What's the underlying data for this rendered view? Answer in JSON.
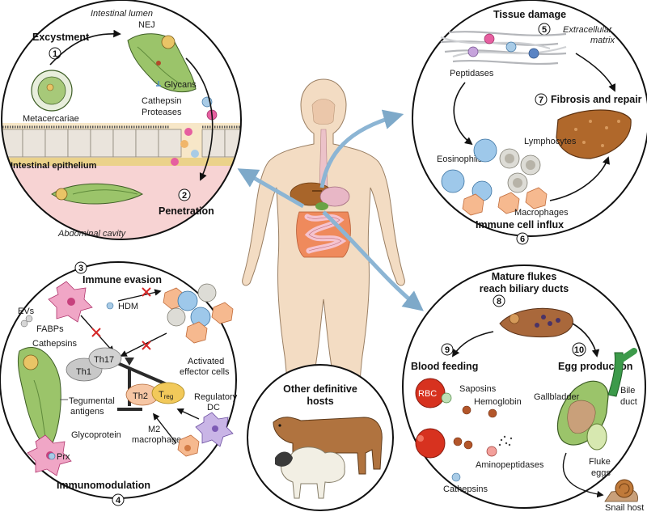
{
  "panels": {
    "intestine": {
      "title_lumen": "Intestinal lumen",
      "excystment": "Excystment",
      "num1": "1",
      "nej": "NEJ",
      "metacercariae": "Metacercariae",
      "glycans": "Glycans",
      "cathepsin": "Cathepsin",
      "proteases": "Proteases",
      "epithelium": "Intestinal epithelium",
      "num2": "2",
      "penetration": "Penetration",
      "abdominal": "Abdominal cavity"
    },
    "tissue": {
      "tissue_damage": "Tissue damage",
      "num5": "5",
      "ecm_line1": "Extracellular",
      "ecm_line2": "matrix",
      "peptidases": "Peptidases",
      "num7": "7",
      "fibrosis": "Fibrosis and repair",
      "lymphocytes": "Lymphocytes",
      "eosinophils": "Eosinophils",
      "macrophages": "Macrophages",
      "influx": "Immune cell influx",
      "num6": "6"
    },
    "immune": {
      "num3": "3",
      "evasion": "Immune evasion",
      "hdm": "HDM",
      "evs": "EVs",
      "fabps": "FABPs",
      "cathepsins": "Cathepsins",
      "activated_line1": "Activated",
      "activated_line2": "effector cells",
      "th1": "Th1",
      "th17": "Th17",
      "th2": "Th2",
      "treg_main": "T",
      "treg_sub": "reg",
      "regulatory_line1": "Regulatory",
      "regulatory_line2": "DC",
      "tegumental_line1": "Tegumental",
      "tegumental_line2": "antigens",
      "glycoprotein": "Glycoprotein",
      "prx": "Prx",
      "m2_line1": "M2",
      "m2_line2": "macrophage",
      "immunomodulation": "Immunomodulation",
      "num4": "4"
    },
    "hosts": {
      "title_line1": "Other definitive",
      "title_line2": "hosts"
    },
    "biliary": {
      "title_line1": "Mature flukes",
      "title_line2": "reach biliary ducts",
      "num8": "8",
      "num9": "9",
      "blood": "Blood feeding",
      "num10": "10",
      "egg": "Egg production",
      "rbc": "RBC",
      "saposins": "Saposins",
      "hemoglobin": "Hemoglobin",
      "gallbladder": "Gallbladder",
      "bile_line1": "Bile",
      "bile_line2": "duct",
      "aminopeptidases": "Aminopeptidases",
      "cathepsins": "Cathepsins",
      "eggs_line1": "Fluke",
      "eggs_line2": "eggs",
      "snail": "Snail host"
    }
  },
  "colors": {
    "fluke_green": "#9bc46a",
    "skin": "#f3dcc3",
    "liver": "#b0682b",
    "epithelium": "#f7e7c8",
    "abdomen": "#f7d3d3",
    "cell_pink": "#e25a92",
    "cell_blue": "#5fa8dd",
    "macrophage": "#f6b98f",
    "rbc": "#d7321f",
    "scale_dark": "#2b2b2b",
    "arrow_blue": "#8cb5d4"
  }
}
